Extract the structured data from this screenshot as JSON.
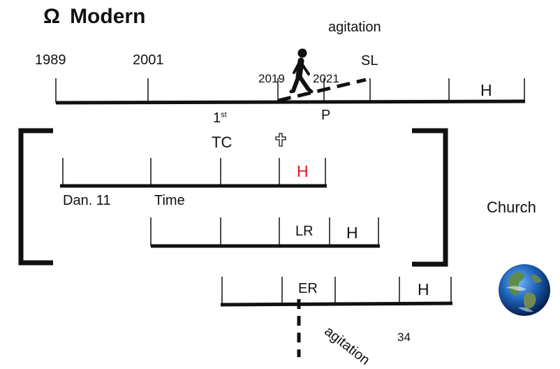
{
  "title": {
    "symbol": "Ω",
    "text": "Modern"
  },
  "colors": {
    "line": "#111111",
    "highlight": "#e8141b",
    "background": "#ffffff"
  },
  "icons": {
    "walker": "walking-person-icon",
    "cross": "cross-icon",
    "earth": "earth-globe-icon"
  },
  "timeline_top": {
    "year_1989": "1989",
    "year_2001": "2001",
    "year_2019": "2019",
    "year_2021": "2021",
    "sl": "SL",
    "agitation": "agitation",
    "h": "H",
    "first_num": "1",
    "first_sup": "st",
    "p": "P"
  },
  "church_block": {
    "tc": "TC",
    "h_red": "H",
    "dan11": "Dan. 11",
    "time": "Time",
    "lr": "LR",
    "h2": "H",
    "church": "Church"
  },
  "world_line": {
    "er": "ER",
    "h": "H",
    "agitation": "agitation",
    "num34": "34"
  }
}
